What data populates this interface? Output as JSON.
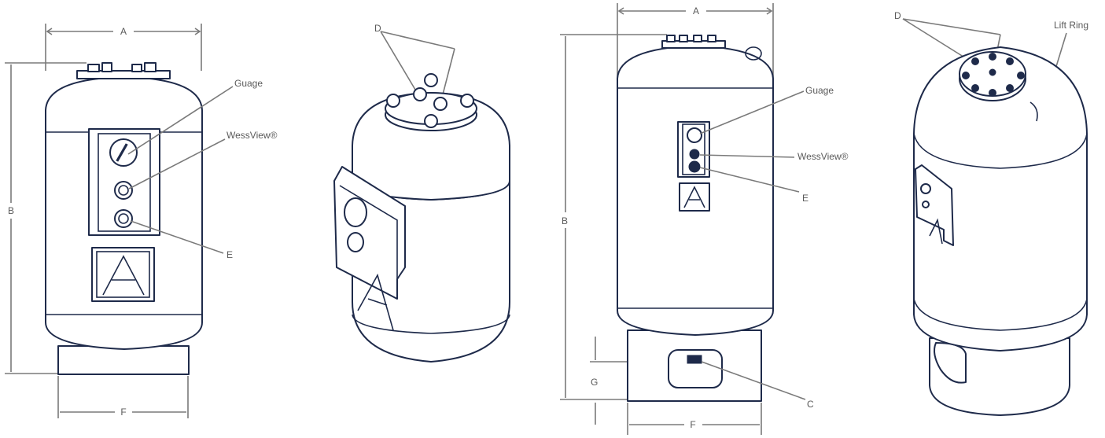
{
  "labels": {
    "a": "A",
    "b": "B",
    "c": "C",
    "d": "D",
    "e": "E",
    "f": "F",
    "g": "G",
    "gauge": "Guage",
    "wessview": "WessView®",
    "lift_ring": "Lift Ring"
  },
  "colors": {
    "outline": "#1e2a4a",
    "dimension": "#7a7a7a",
    "text": "#5a5a5a"
  }
}
